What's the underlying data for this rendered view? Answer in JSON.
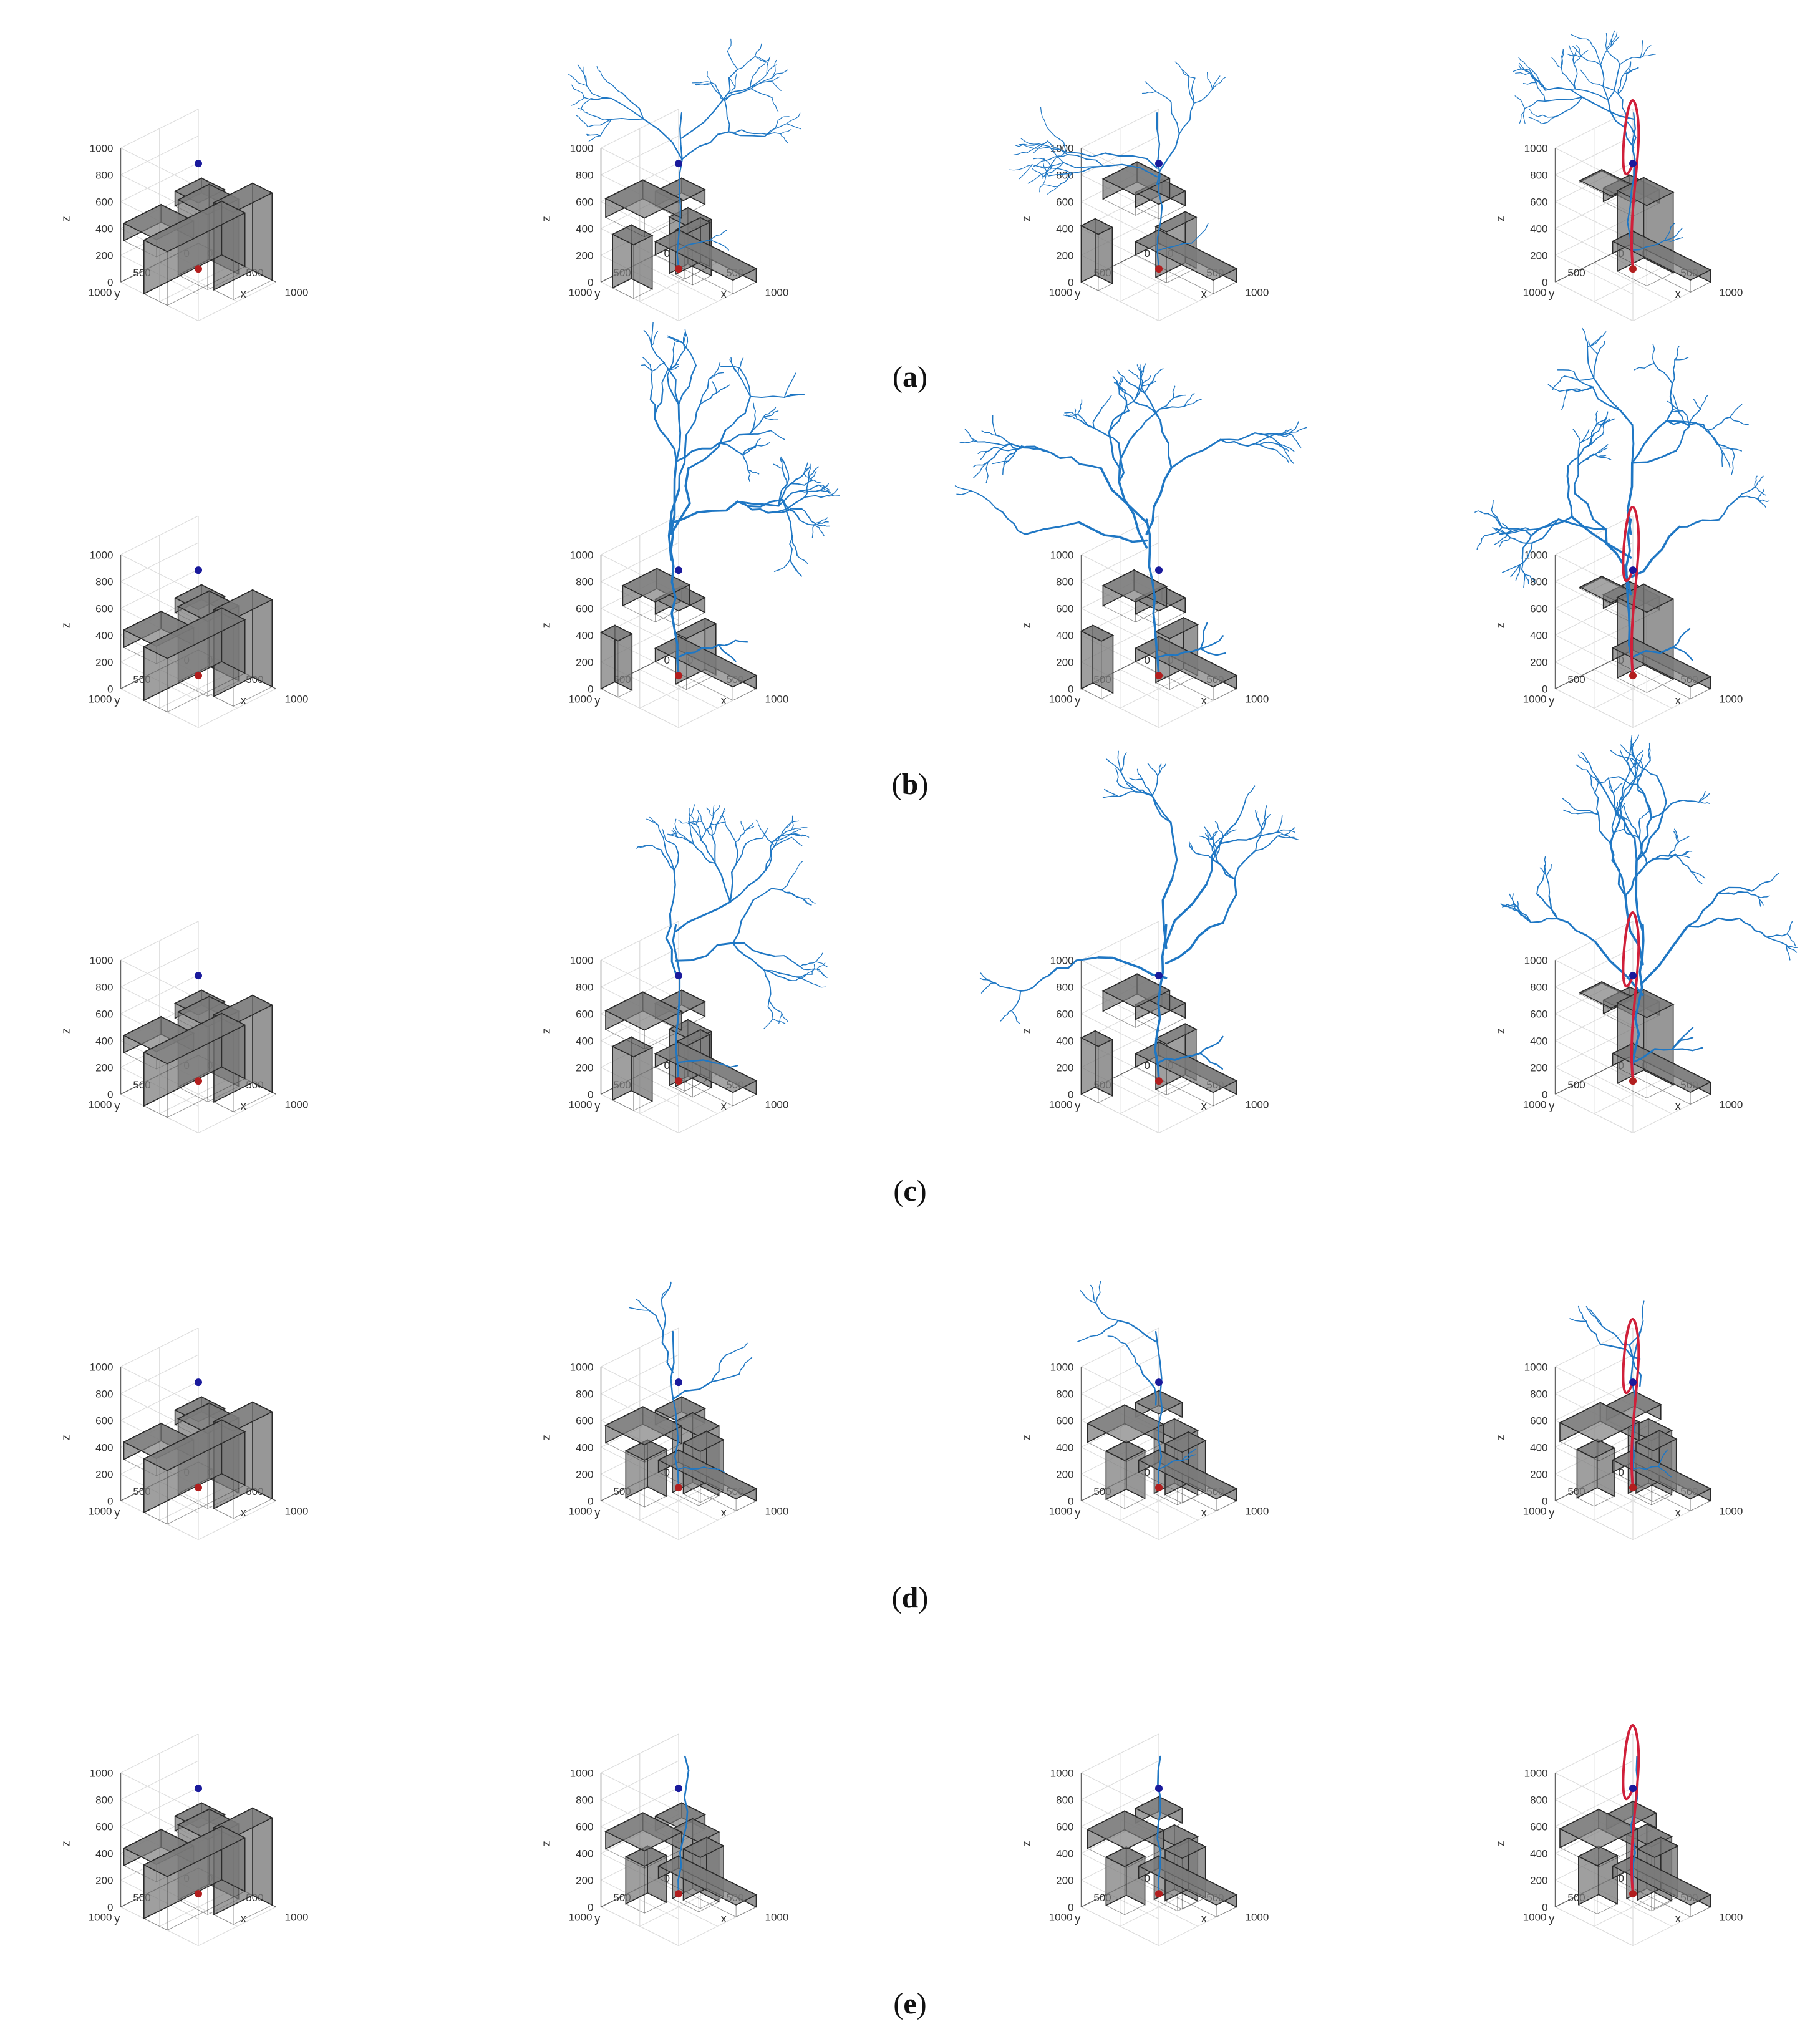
{
  "figure": {
    "rows": [
      {
        "caption_open": "(",
        "caption_letter": "a",
        "caption_close": ")",
        "panels": [
          {
            "scene": "initial",
            "growth": "none",
            "path": false
          },
          {
            "scene": "variant1",
            "growth": "sparse",
            "path": false
          },
          {
            "scene": "variant2",
            "growth": "sparse",
            "path": false
          },
          {
            "scene": "variant3",
            "growth": "sparse",
            "path": true
          }
        ]
      },
      {
        "caption_open": "(",
        "caption_letter": "b",
        "caption_close": ")",
        "panels": [
          {
            "scene": "initial",
            "growth": "none",
            "path": false
          },
          {
            "scene": "variant2",
            "growth": "dense",
            "path": false
          },
          {
            "scene": "variant4",
            "growth": "dense",
            "path": false
          },
          {
            "scene": "variant3",
            "growth": "dense",
            "path": true
          }
        ]
      },
      {
        "caption_open": "(",
        "caption_letter": "c",
        "caption_close": ")",
        "panels": [
          {
            "scene": "initial",
            "growth": "none",
            "path": false
          },
          {
            "scene": "variant1",
            "growth": "medium",
            "path": false
          },
          {
            "scene": "variant2",
            "growth": "dense",
            "path": false
          },
          {
            "scene": "variant3",
            "growth": "dense",
            "path": true
          }
        ]
      },
      {
        "caption_open": "(",
        "caption_letter": "d",
        "caption_close": ")",
        "panels": [
          {
            "scene": "initial",
            "growth": "none",
            "path": false
          },
          {
            "scene": "variant5",
            "growth": "line",
            "path": false
          },
          {
            "scene": "variant6",
            "growth": "line",
            "path": false
          },
          {
            "scene": "variant7",
            "growth": "line",
            "path": true
          }
        ]
      },
      {
        "caption_open": "(",
        "caption_letter": "e",
        "caption_close": ")",
        "panels": [
          {
            "scene": "initial",
            "growth": "none",
            "path": false
          },
          {
            "scene": "variant5",
            "growth": "trunk",
            "path": false
          },
          {
            "scene": "variant6",
            "growth": "trunk",
            "path": false
          },
          {
            "scene": "variant8",
            "growth": "trunk",
            "path": true
          }
        ]
      }
    ],
    "axes": {
      "z_ticks": [
        "0",
        "200",
        "400",
        "600",
        "800",
        "1000"
      ],
      "y_ticks": [
        "1000",
        "500",
        "0"
      ],
      "x_ticks": [
        "0",
        "500",
        "1000"
      ],
      "x_label": "x",
      "y_label": "y",
      "z_label": "z"
    },
    "colors": {
      "box_fill": "#7a7a7a",
      "box_edge": "#2a2a2a",
      "tree": "#1f77c4",
      "path": "#d0203a",
      "goal": "#1a1a9c",
      "start": "#b21e1e",
      "grid": "#dcdcdc",
      "axis": "#666666"
    }
  }
}
